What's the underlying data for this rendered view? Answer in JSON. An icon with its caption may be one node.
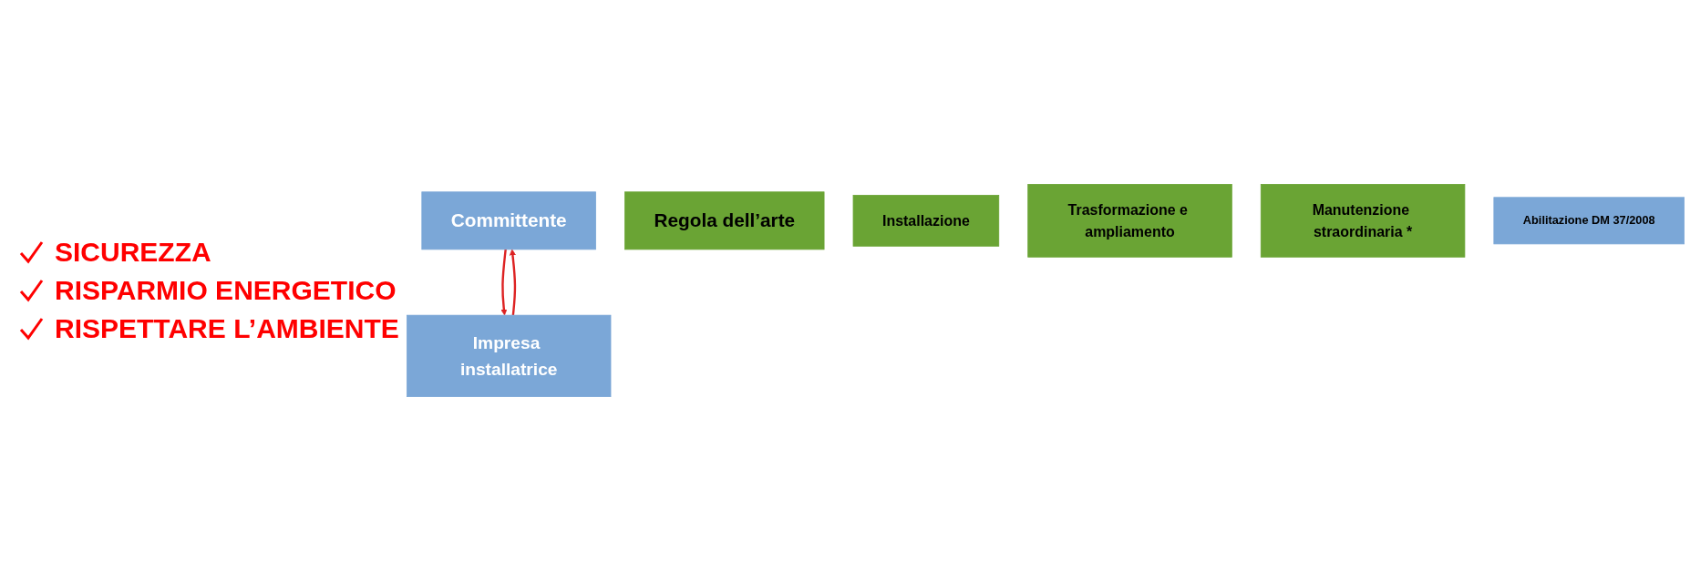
{
  "diagram": {
    "nodes": [
      {
        "text": [
          "Committente"
        ]
      },
      {
        "text": [
          "Regola dell’arte"
        ]
      },
      {
        "text": [
          "Installazione"
        ]
      },
      {
        "text": [
          "Trasformazione e ampliamento"
        ]
      },
      {
        "text": [
          "Manutenzione straordinaria *"
        ]
      },
      {
        "text": [
          "Impresa installatrice"
        ]
      },
      {
        "text": [
          "Abilitazione DM 37/2008"
        ]
      }
    ],
    "edges": [
      {
        "from": 5,
        "to": 0,
        "arrow": "to",
        "color": "#dd2222"
      },
      {
        "from": 0,
        "to": 5,
        "arrow": "to",
        "color": "#dd2222"
      }
    ],
    "labels": [
      "SICUREZZA",
      "RISPARMIO ENERGETICO",
      "RISPETTARE L’AMBIENTE"
    ]
  }
}
